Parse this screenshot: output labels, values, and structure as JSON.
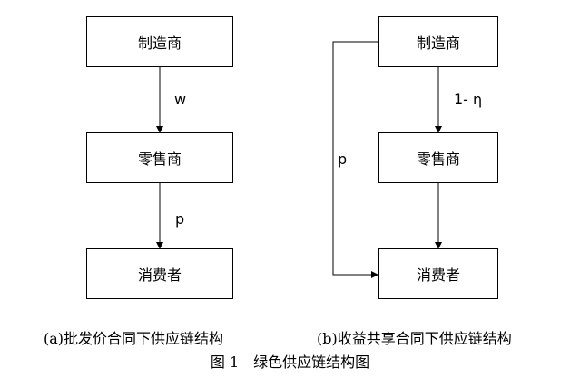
{
  "panel_a": {
    "top": "制造商",
    "middle": "零售商",
    "bottom": "消费者",
    "label_upper": "w",
    "label_lower": "p"
  },
  "panel_b": {
    "top": "制造商",
    "middle": "零售商",
    "bottom": "消费者",
    "label_upper": "1- η",
    "label_bypass": "p"
  },
  "captions": {
    "a": "(a)批发价合同下供应链结构",
    "b": "(b)收益共享合同下供应链结构",
    "figure": "图 1　绿色供应链结构图"
  }
}
